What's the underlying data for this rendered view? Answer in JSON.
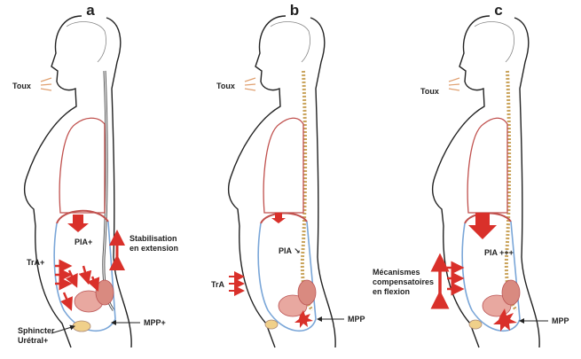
{
  "panels": [
    {
      "letter": "a",
      "toux": "Toux",
      "pia": "PIA+",
      "tra": "TrA+",
      "mpp": "MPP+",
      "stab_line1": "Stabilisation",
      "stab_line2": "en extension",
      "sphincter_line1": "Sphincter",
      "sphincter_line2": "Urétral+"
    },
    {
      "letter": "b",
      "toux": "Toux",
      "pia": "PIA ↘",
      "tra": "TrA",
      "mpp": "MPP"
    },
    {
      "letter": "c",
      "toux": "Toux",
      "pia": "PIA +++",
      "mpp": "MPP",
      "meca_line1": "Mécanismes",
      "meca_line2": "compensatoires",
      "meca_line3": "en flexion"
    }
  ],
  "colors": {
    "arrow_red": "#d9302a",
    "outline": "#222222",
    "lung": "#c0504d",
    "diaphragm": "#c0504d",
    "abdomen_wall": "#7aa6d8",
    "spine": "#c9a35a",
    "organ": "#d98a80",
    "toux_lines": "#e0a070"
  }
}
